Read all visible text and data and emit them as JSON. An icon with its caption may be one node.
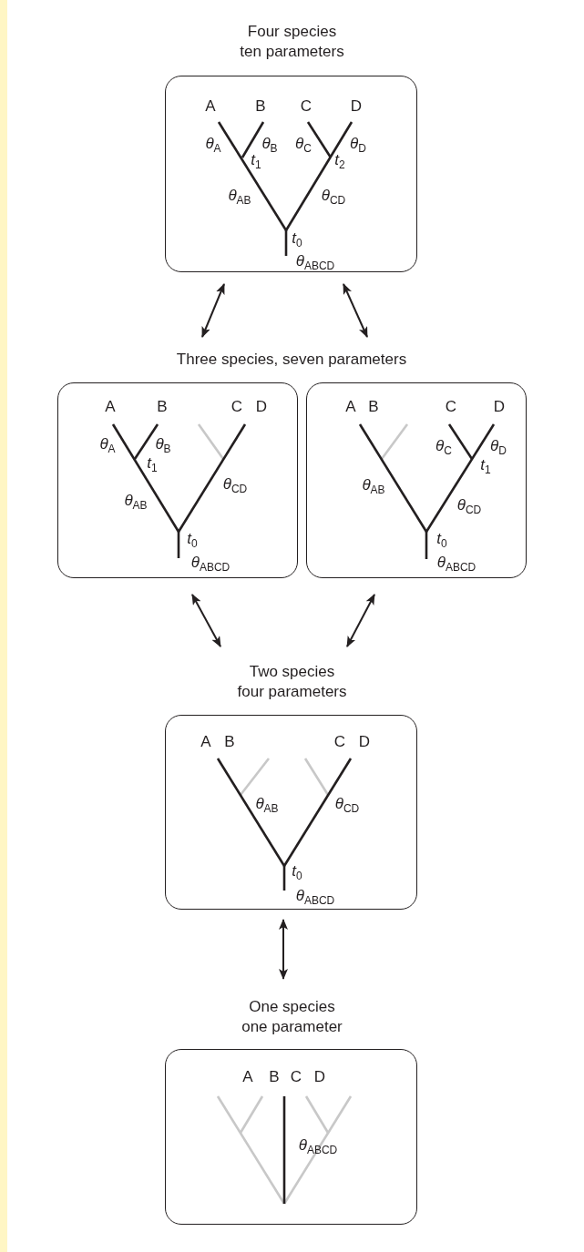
{
  "diagram": {
    "nodes": [
      {
        "text": [
          "Four species ten parameters",
          "A",
          "B",
          "C",
          "D",
          "*θ*$_{A}$",
          "*θ*$_{B}$",
          "*t*$_{1}$",
          "*θ*$_{C}$",
          "*θ*$_{D}$",
          "*t*$_{2}$",
          "*θ*$_{AB}$",
          "*θ*$_{CD}$",
          "*t*$_{0}$",
          "*θ*$_{ABCD}$"
        ]
      },
      {
        "text": [
          "A",
          "B",
          "C",
          "D",
          "*θ*$_{A}$",
          "*θ*$_{B}$",
          "*t*$_{1}$",
          "*θ*$_{AB}$",
          "*θ*$_{CD}$",
          "*t*$_{0}$",
          "*θ*$_{ABCD}$"
        ]
      },
      {
        "text": [
          "A",
          "B",
          "C",
          "D",
          "*θ*$_{C}$",
          "*θ*$_{D}$",
          "*t*$_{1}$",
          "*θ*$_{AB}$",
          "*θ*$_{CD}$",
          "*t*$_{0}$",
          "*θ*$_{ABCD}$"
        ]
      },
      {
        "text": [
          "Two species four parameters",
          "A",
          "B",
          "C",
          "D",
          "*θ*$_{AB}$",
          "*θ*$_{CD}$",
          "*t*$_{0}$",
          "*θ*$_{ABCD}$"
        ]
      },
      {
        "text": [
          "One species one parameter",
          "A",
          "B",
          "C",
          "D",
          "*θ*$_{ABCD}$"
        ]
      }
    ],
    "edges": [
      {
        "from": 0,
        "to": 1,
        "arrow": "both"
      },
      {
        "from": 0,
        "to": 2,
        "arrow": "both"
      },
      {
        "from": 1,
        "to": 3,
        "arrow": "both"
      },
      {
        "from": 2,
        "to": 3,
        "arrow": "both"
      },
      {
        "from": 3,
        "to": 4,
        "arrow": "both"
      }
    ],
    "labels": [
      "Three species, seven parameters"
    ]
  }
}
